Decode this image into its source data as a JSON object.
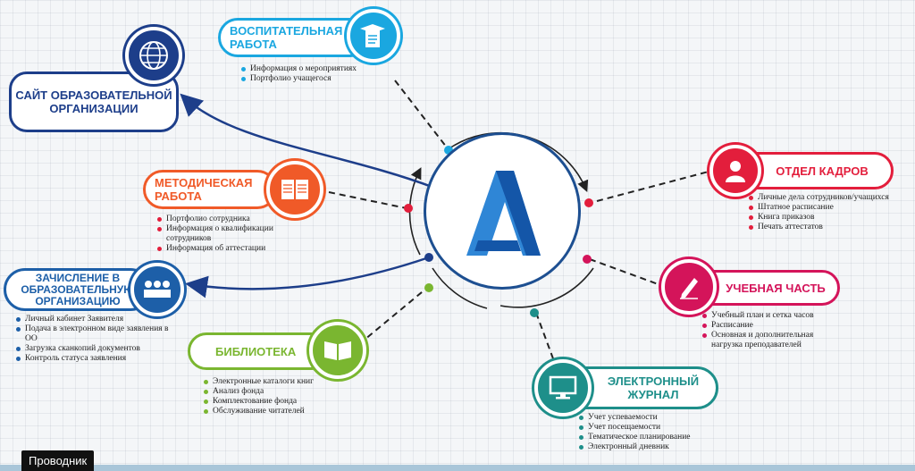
{
  "nodes": {
    "site": {
      "title": "Сайт образовательной организации",
      "color": "#1d3e8a"
    },
    "vospit": {
      "title": "Воспитательная работа",
      "color": "#1aa7e0",
      "items": [
        "Информация о мероприятиях",
        "Портфолио учащегося"
      ]
    },
    "metod": {
      "title": "Методическая работа",
      "color": "#f05a28",
      "items": [
        "Портфолио сотрудника",
        "Информация о квалификации сотрудников",
        "Информация об аттестации"
      ]
    },
    "zachislenie": {
      "title": "Зачисление в образовательную организацию",
      "color": "#1d5fa8",
      "items": [
        "Личный кабинет Заявителя",
        "Подача в электронном виде заявления в ОО",
        "Загрузка сканкопий документов",
        "Контроль статуса заявления"
      ]
    },
    "biblioteka": {
      "title": "Библиотека",
      "color": "#7ab630",
      "items": [
        "Электронные каталоги книг",
        "Анализ фонда",
        "Комплектование фонда",
        "Обслуживание читателей"
      ]
    },
    "kadry": {
      "title": "Отдел кадров",
      "color": "#e31e3c",
      "items": [
        "Личные дела сотрудников/учащихся",
        "Штатное расписание",
        "Книга приказов",
        "Печать аттестатов"
      ]
    },
    "uchebnaya": {
      "title": "Учебная часть",
      "color": "#d4145a",
      "items": [
        "Учебный план и сетка часов",
        "Расписание",
        "Основная и дополнительная нагрузка преподавателей"
      ]
    },
    "zhurnal": {
      "title": "Электронный журнал",
      "color": "#1e8f8a",
      "items": [
        "Учет успеваемости",
        "Учет посещаемости",
        "Тематическое планирование",
        "Электронный дневник"
      ]
    }
  },
  "center_logo": {
    "color_light": "#2f86d6",
    "color_dark": "#1456a8"
  },
  "taskbar": {
    "label": "Проводник"
  },
  "icons": {
    "site": "globe-icon",
    "vospit": "graduation-document-icon",
    "metod": "documents-icon",
    "zachislenie": "people-icon",
    "biblioteka": "book-icon",
    "kadry": "person-icon",
    "uchebnaya": "pen-icon",
    "zhurnal": "monitor-icon"
  }
}
